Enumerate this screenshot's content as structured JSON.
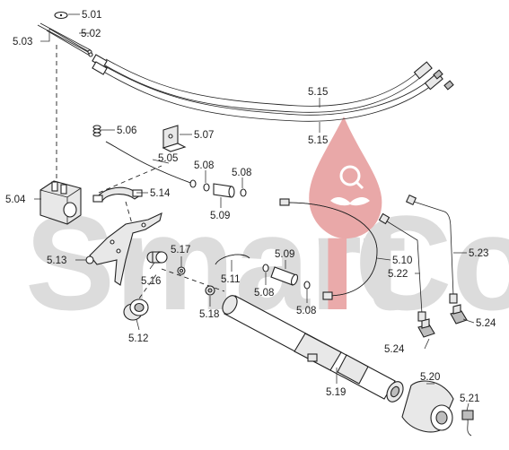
{
  "watermark": {
    "text_a": "Smart",
    "text_b": "i",
    "text_c": "Co",
    "color_grey": "#d9d9d9",
    "color_red": "#e9a8a8"
  },
  "callouts": {
    "c501": "5.01",
    "c502": "5.02",
    "c503": "5.03",
    "c504": "5.04",
    "c505": "5.05",
    "c506": "5.06",
    "c507": "5.07",
    "c508a": "5.08",
    "c508b": "5.08",
    "c508c": "5.08",
    "c508d": "5.08",
    "c509a": "5.09",
    "c509b": "5.09",
    "c510": "5.10",
    "c511": "5.11",
    "c512": "5.12",
    "c513": "5.13",
    "c514": "5.14",
    "c515a": "5.15",
    "c515b": "5.15",
    "c516": "5.16",
    "c517": "5.17",
    "c518": "5.18",
    "c519": "5.19",
    "c520": "5.20",
    "c521": "5.21",
    "c522": "5.22",
    "c523": "5.23",
    "c524a": "5.24",
    "c524b": "5.24"
  }
}
